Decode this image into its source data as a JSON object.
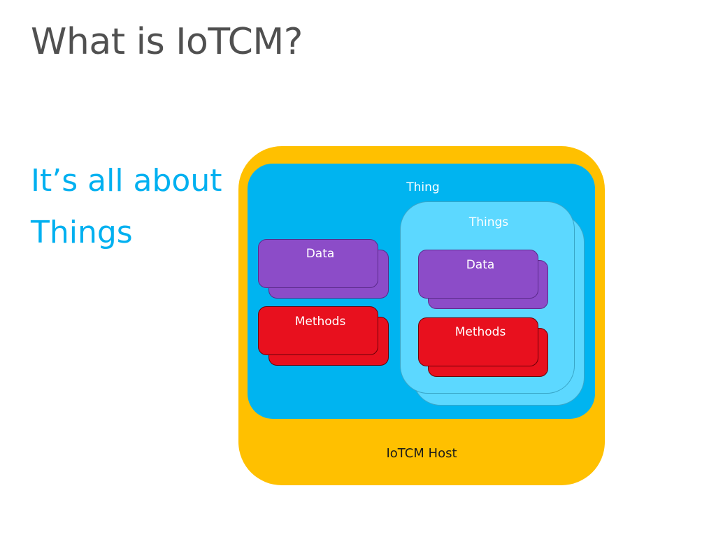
{
  "slide": {
    "title": "What is IoTCM?",
    "subtitle": "It’s all about Things"
  },
  "diagram": {
    "host_label": "IoTCM Host",
    "thing_label": "Thing",
    "things_label": "Things",
    "data_label": "Data",
    "methods_label": "Methods",
    "inner_data_label": "Data",
    "inner_methods_label": "Methods",
    "colors": {
      "host": "#ffc000",
      "thing": "#00b4f0",
      "things": "#5cd8ff",
      "data": "#8c4cc8",
      "methods": "#e8101e",
      "title_text": "#505050",
      "accent_text": "#00b0f0"
    }
  }
}
